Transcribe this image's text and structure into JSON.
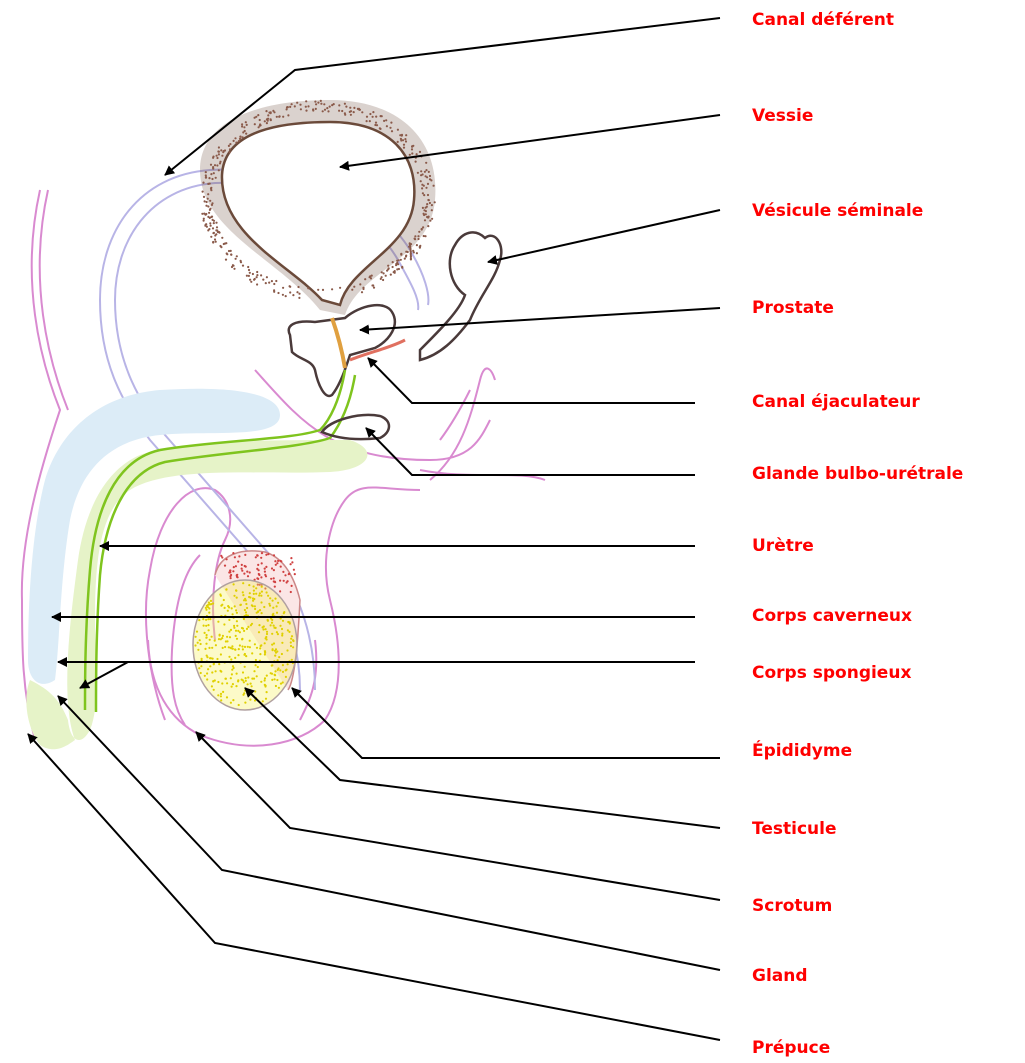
{
  "label_color": "#ff0000",
  "labels": [
    {
      "id": "canal-deferent",
      "text": "Canal déférent"
    },
    {
      "id": "vessie",
      "text": "Vessie"
    },
    {
      "id": "vesicule-seminale",
      "text": "Vésicule séminale"
    },
    {
      "id": "prostate",
      "text": "Prostate"
    },
    {
      "id": "canal-ejaculateur",
      "text": "Canal éjaculateur"
    },
    {
      "id": "glande-bulbo-uretrale",
      "text": "Glande bulbo-urétrale"
    },
    {
      "id": "uretre",
      "text": "Urètre"
    },
    {
      "id": "corps-caverneux",
      "text": "Corps caverneux"
    },
    {
      "id": "corps-spongieux",
      "text": "Corps spongieux"
    },
    {
      "id": "epididyme",
      "text": "Épididyme"
    },
    {
      "id": "testicule",
      "text": "Testicule"
    },
    {
      "id": "scrotum",
      "text": "Scrotum"
    },
    {
      "id": "gland",
      "text": "Gland"
    },
    {
      "id": "prepuce",
      "text": "Prépuce"
    }
  ],
  "structure_colors": {
    "skin": "#d98ad0",
    "vas_deferens": "#b8b4e6",
    "bladder_wall": "#6b4a3a",
    "bladder_dots": "#8a5a4a",
    "seminal_vesicle": "#4a3a3a",
    "prostate": "#4a3a3a",
    "ejaculatory_duct": "#e07060",
    "urethra": "#7fc41e",
    "corpus_cavernosum": "#4a63c8",
    "corpus_cavernosum_fill": "#dcecf7",
    "corpus_spongiosum_fill": "#e6f3c8",
    "testis_fill": "#f5f060",
    "testis_dots": "#e0d000",
    "epididymis_dots": "#d04040"
  }
}
